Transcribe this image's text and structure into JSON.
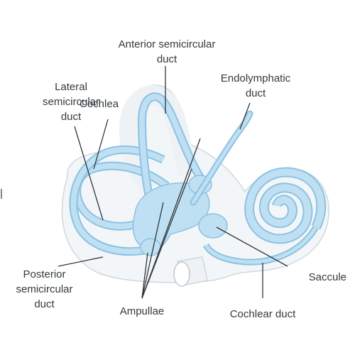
{
  "labels": {
    "anterior": {
      "line1": "Anterior semicircular",
      "line2": "duct"
    },
    "endolymphatic": {
      "line1": "Endolymphatic",
      "line2": "duct"
    },
    "lateral": {
      "line1": "Lateral",
      "line2": "semicircular",
      "line3": "duct"
    },
    "cochlea": "Cochlea",
    "posterior": {
      "line1": "Posterior",
      "line2": "semicircular",
      "line3": "duct"
    },
    "ampullae": "Ampullae",
    "saccule": "Saccule",
    "cochlear_duct": "Cochlear duct"
  },
  "colors": {
    "bone_fill": "#f3f6f8",
    "bone_outline": "#cfd8de",
    "duct_fill": "#bfe0f3",
    "duct_outline": "#8cc2e2",
    "leader_line": "#30363b",
    "label_text": "#333a40"
  }
}
